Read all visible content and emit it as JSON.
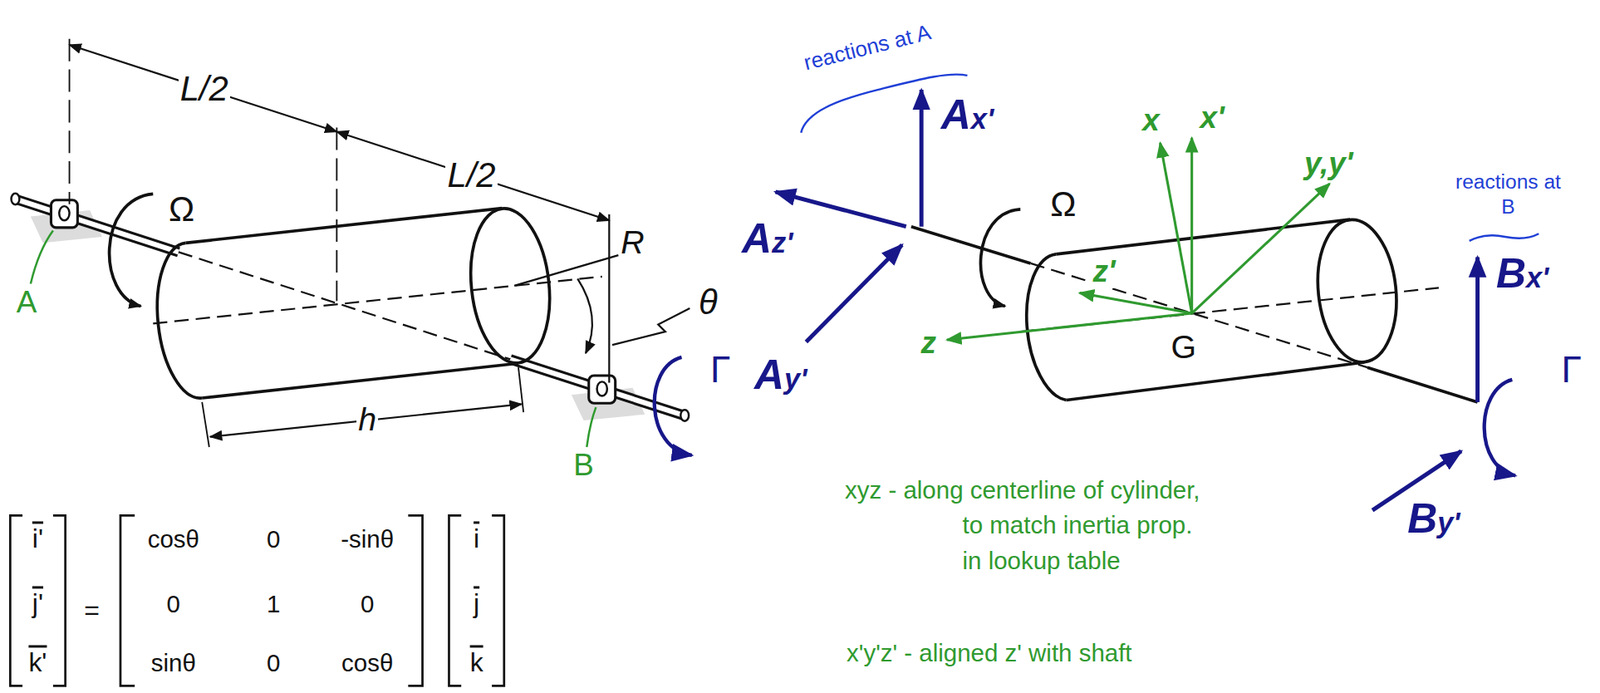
{
  "diagram": {
    "labels": [
      "L/2",
      "L/2",
      "Ω",
      "R",
      "θ",
      "Γ",
      "A",
      "h",
      "B",
      "reactions at A",
      "Ax'",
      "Az'",
      "Ay'",
      "Ω",
      "x",
      "x'",
      "y,y'",
      "z'",
      "z",
      "G",
      "reactions at B",
      "Bx'",
      "Γ",
      "By'",
      "xyz - along centerline of cylinder, to match inertia prop. in lookup table",
      "x'y'z' - aligned z' with shaft",
      "i'",
      "j'",
      "k'",
      "=",
      "cosθ",
      "0",
      "-sinθ",
      "0",
      "1",
      "0",
      "sinθ",
      "0",
      "cosθ",
      "i",
      "j",
      "k"
    ]
  }
}
